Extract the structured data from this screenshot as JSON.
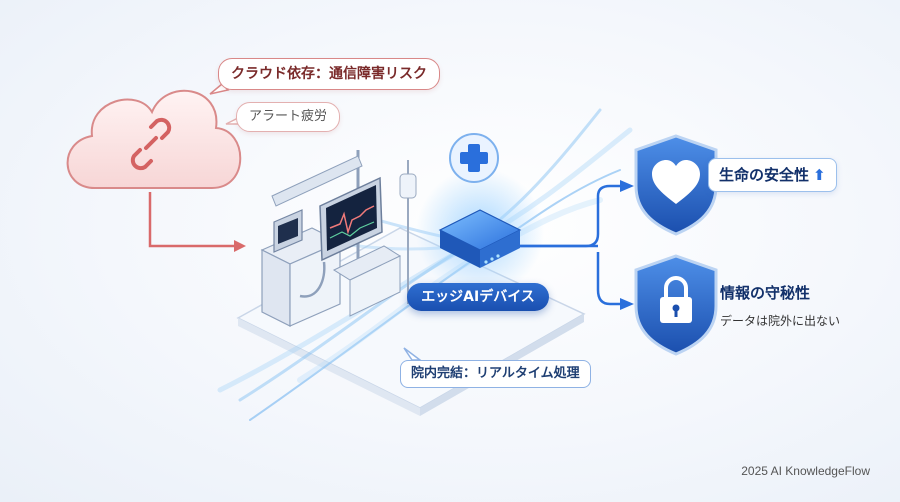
{
  "cloud": {
    "risk_label": "クラウド依存：通信障害リスク",
    "fatigue_label": "アラート疲労"
  },
  "edge": {
    "device_label": "エッジAIデバイス",
    "inhouse_label": "院内完結：リアルタイム処理"
  },
  "outcomes": {
    "safety_label": "生命の安全性",
    "safety_arrow": "⬆",
    "privacy_label": "情報の守秘性",
    "privacy_sub": "データは院外に出ない"
  },
  "footer": {
    "credit": "2025 AI KnowledgeFlow"
  },
  "colors": {
    "risk": "#d96a6a",
    "accent": "#2a6fdc",
    "navy": "#12306a"
  },
  "icons": [
    "broken-link-icon",
    "medical-cross-icon",
    "heart-icon",
    "lock-icon"
  ]
}
